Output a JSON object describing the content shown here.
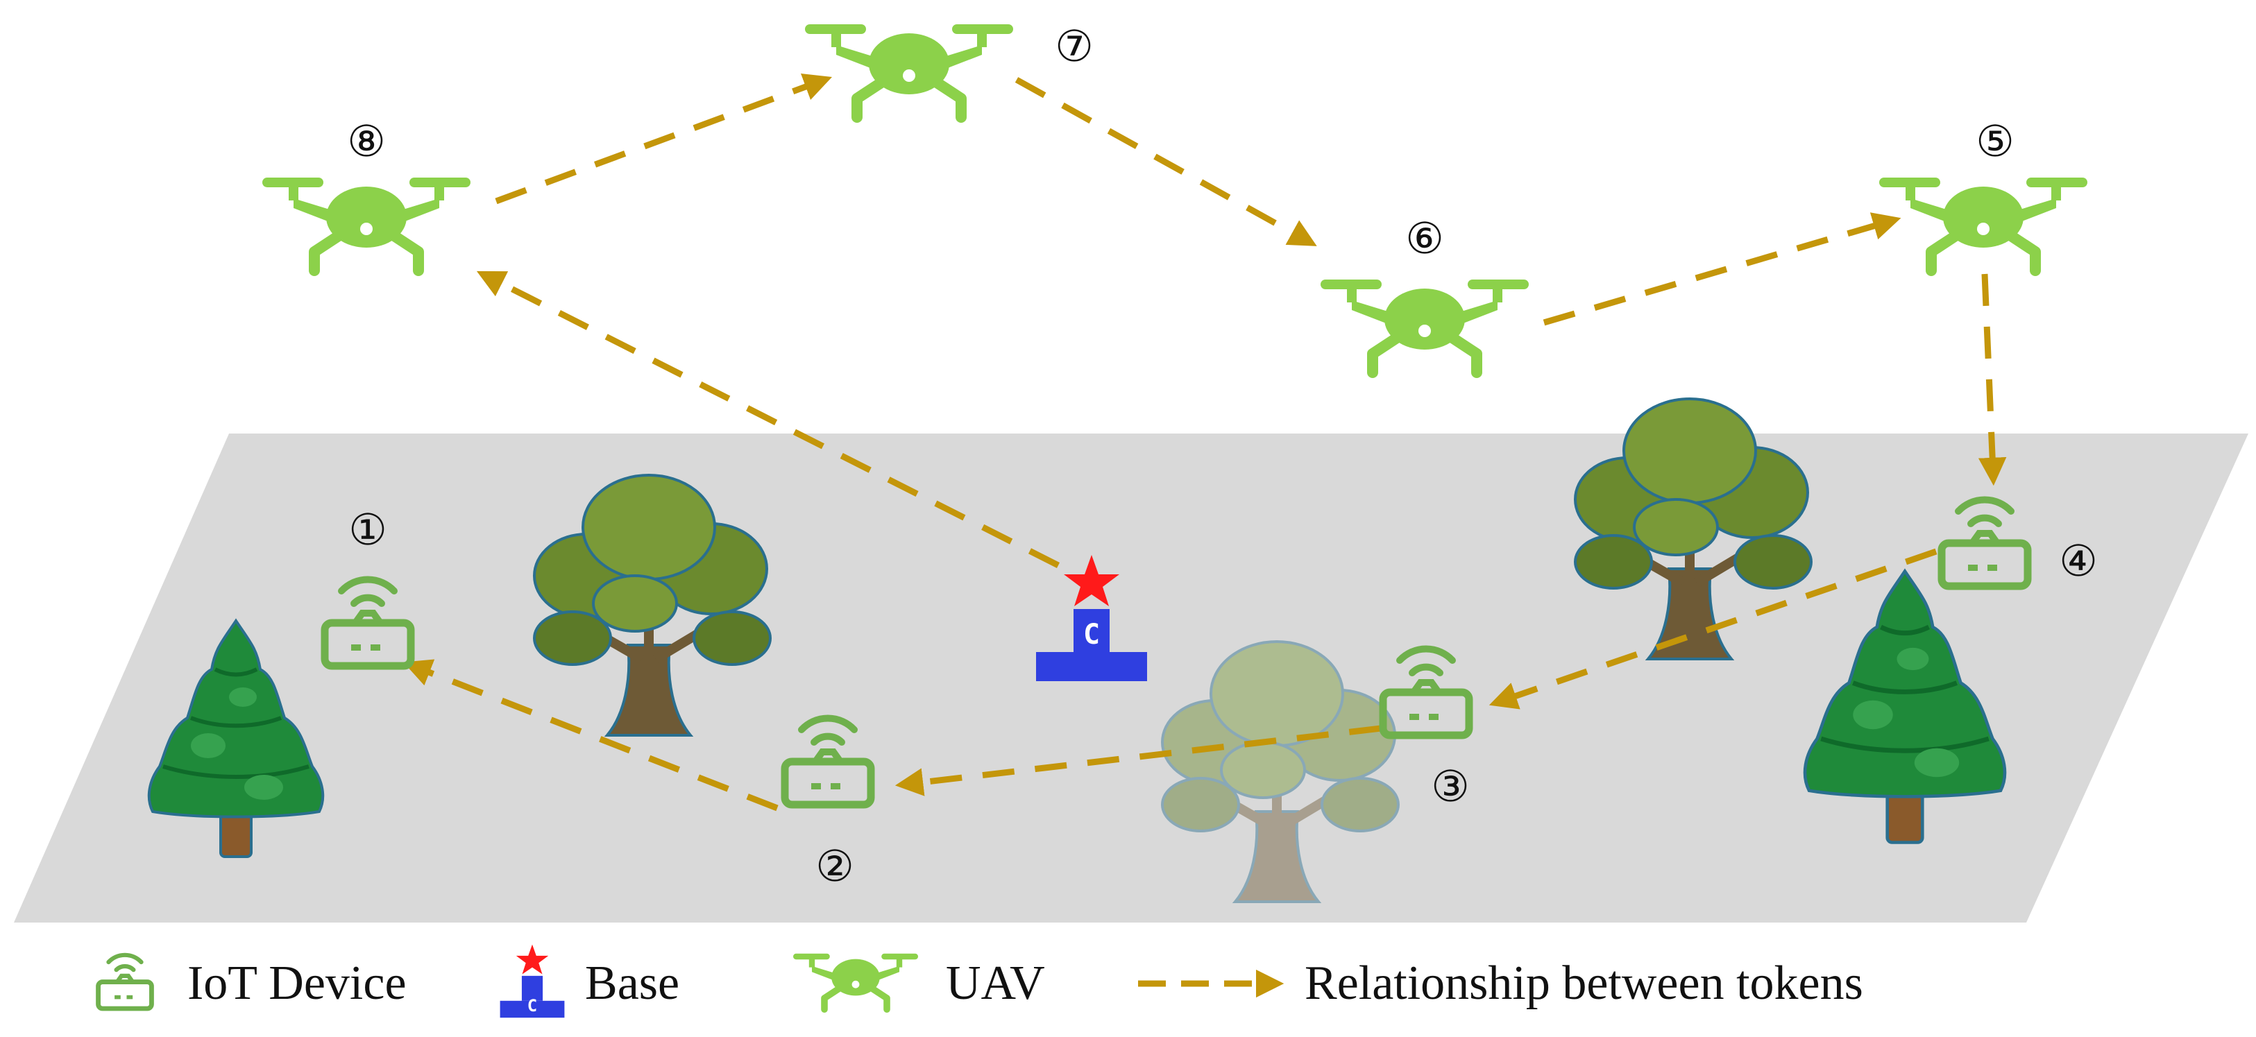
{
  "colors": {
    "ground": "#d9d9d9",
    "device": "#6fb04c",
    "uav": "#8cd14a",
    "arrow": "#c4960a",
    "base_body": "#2f3fe0",
    "base_star": "#ff1a1a",
    "tree_green": "#1f8a3a",
    "tree_olive": "#6b8a2e",
    "trunk": "#8a5a2b"
  },
  "nodes": {
    "n1": {
      "label": "①",
      "kind": "iot-device"
    },
    "n2": {
      "label": "②",
      "kind": "iot-device"
    },
    "n3": {
      "label": "③",
      "kind": "iot-device"
    },
    "n4": {
      "label": "④",
      "kind": "iot-device"
    },
    "n5": {
      "label": "⑤",
      "kind": "uav"
    },
    "n6": {
      "label": "⑥",
      "kind": "uav"
    },
    "n7": {
      "label": "⑦",
      "kind": "uav"
    },
    "n8": {
      "label": "⑧",
      "kind": "uav"
    },
    "base": {
      "label": "C",
      "kind": "base"
    }
  },
  "path_order": [
    "base",
    "n8",
    "n7",
    "n6",
    "n5",
    "n4",
    "n3",
    "n2",
    "n1"
  ],
  "legend": {
    "iot_device": "IoT Device",
    "base": "Base",
    "base_glyph": "C",
    "uav": "UAV",
    "relationship": "Relationship between tokens"
  }
}
